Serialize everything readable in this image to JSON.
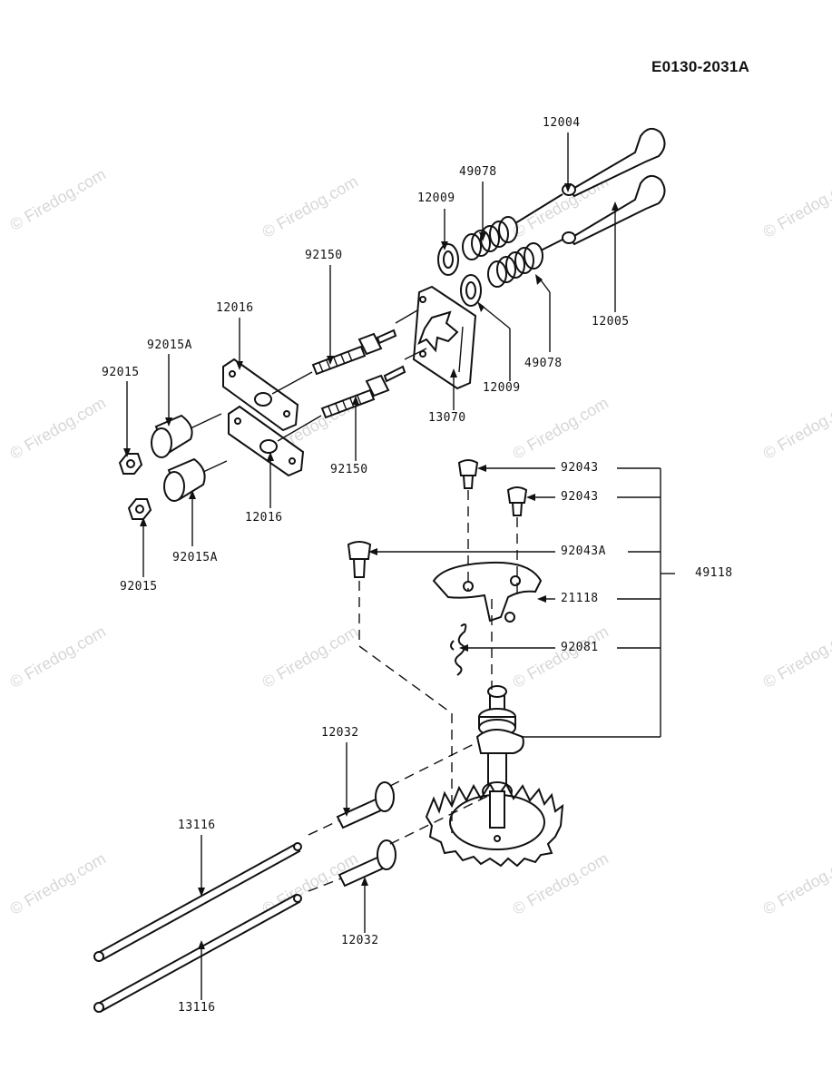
{
  "diagram_code": "E0130-2031A",
  "watermark": "© Firedog.com",
  "labels": {
    "p12004": "12004",
    "p49078_top": "49078",
    "p12009_top": "12009",
    "p92150_top": "92150",
    "p12016_top": "12016",
    "p92015A_top": "92015A",
    "p92015_top": "92015",
    "p12005": "12005",
    "p49078_bot": "49078",
    "p12009_bot": "12009",
    "p13070": "13070",
    "p92150_bot": "92150",
    "p12016_bot": "12016",
    "p92015A_bot": "92015A",
    "p92015_bot": "92015",
    "p92043_a": "92043",
    "p92043_b": "92043",
    "p92043A": "92043A",
    "p49118": "49118",
    "p21118": "21118",
    "p92081": "92081",
    "p12032_top": "12032",
    "p12032_bot": "12032",
    "p13116_top": "13116",
    "p13116_bot": "13116"
  }
}
